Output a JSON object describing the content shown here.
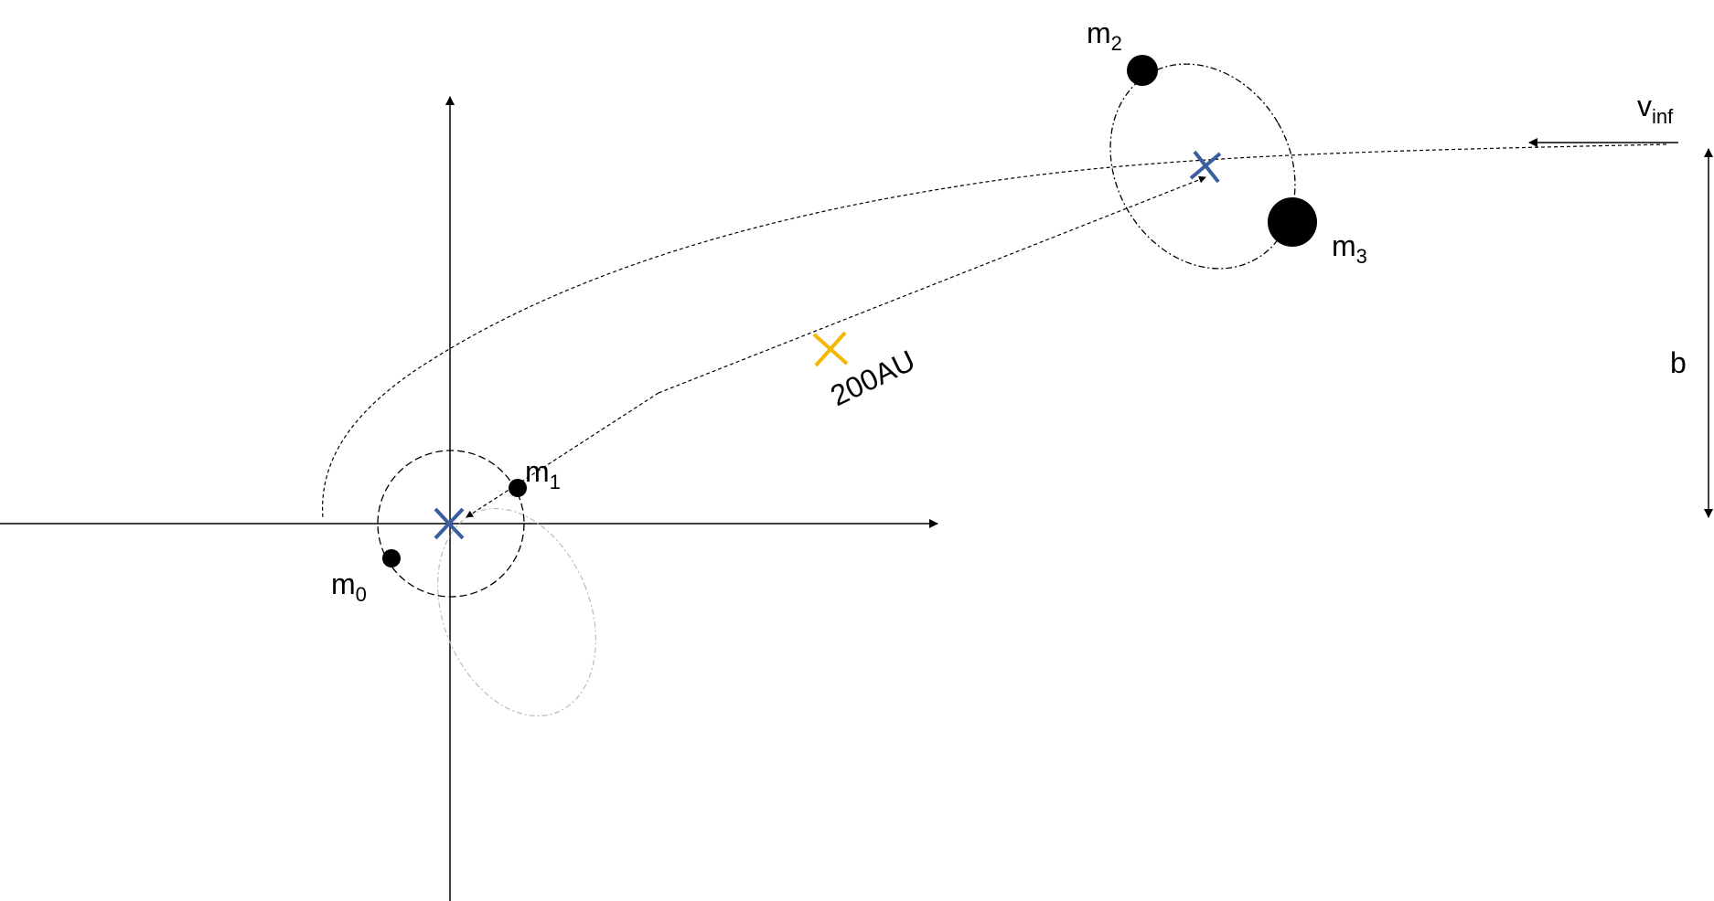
{
  "labels": {
    "m0": {
      "base": "m",
      "sub": "0"
    },
    "m1": {
      "base": "m",
      "sub": "1"
    },
    "m2": {
      "base": "m",
      "sub": "2"
    },
    "m3": {
      "base": "m",
      "sub": "3"
    },
    "vinf": {
      "base": "v",
      "sub": "inf"
    },
    "b": "b",
    "distance": "200AU"
  },
  "colors": {
    "barycenter_marker": "#3A5FA0",
    "midpoint_marker": "#F5B800",
    "line": "#000000",
    "faint_orbit": "#BBBBBB"
  }
}
